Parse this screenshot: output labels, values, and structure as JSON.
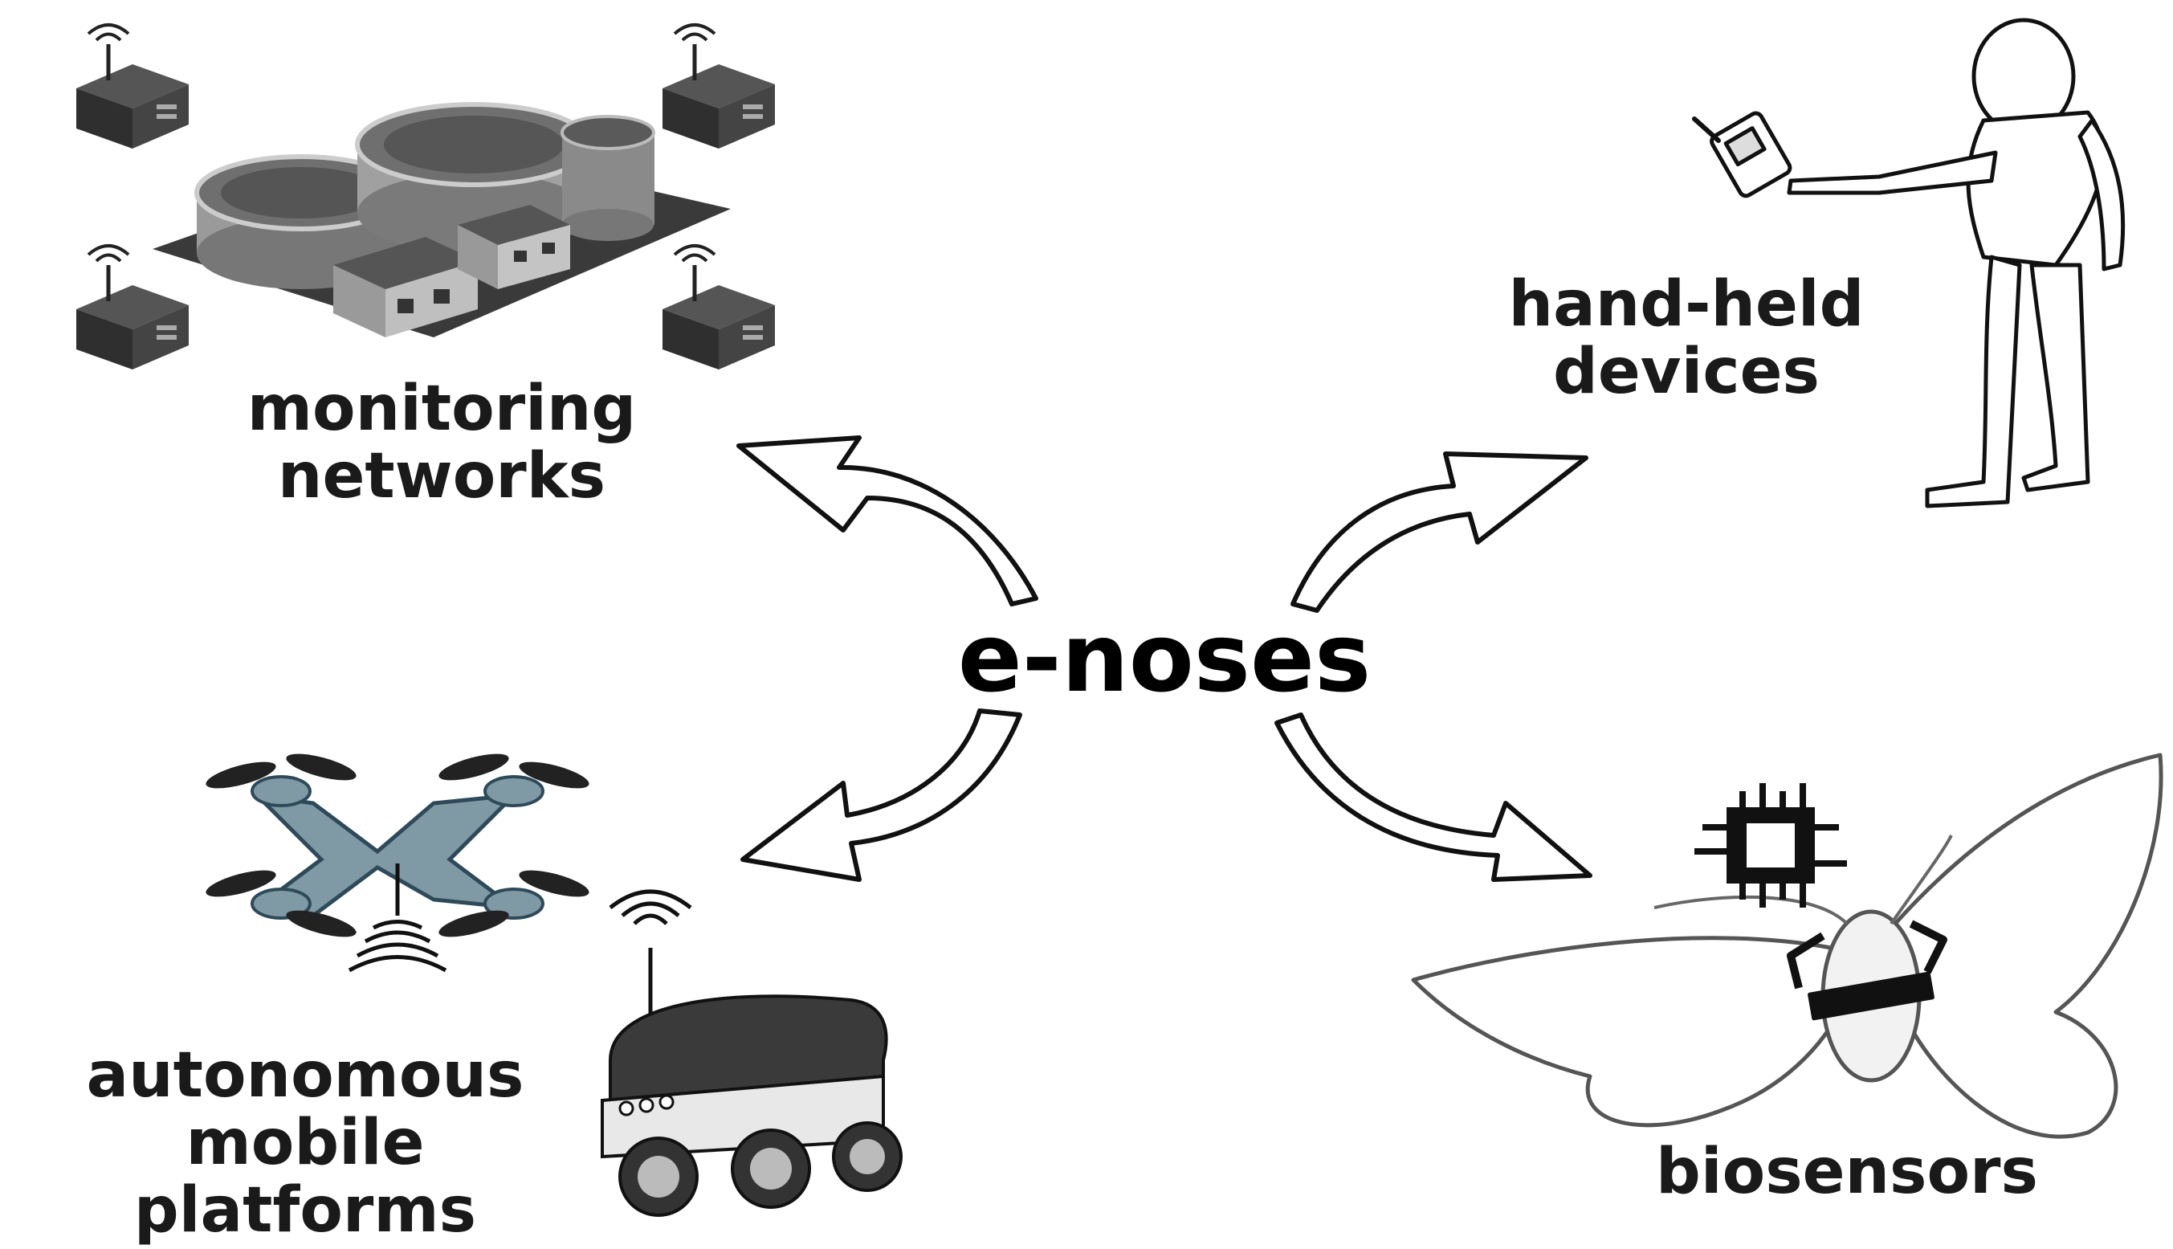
{
  "center": {
    "label": "e-noses"
  },
  "branches": [
    {
      "id": "monitoring",
      "lines": [
        "monitoring",
        "networks"
      ],
      "icon": "industrial-plant-with-wireless-sensor-nodes-icon"
    },
    {
      "id": "handheld",
      "lines": [
        "hand-held",
        "devices"
      ],
      "icon": "person-holding-handheld-device-icon"
    },
    {
      "id": "autonomous",
      "lines": [
        "autonomous",
        "mobile",
        "platforms"
      ],
      "icon": "drone-and-delivery-robot-icon"
    },
    {
      "id": "biosensors",
      "lines": [
        "biosensors"
      ],
      "icon": "moth-with-chip-icon"
    }
  ],
  "colors": {
    "text": "#1a1a1a",
    "arrow_fill": "#ffffff",
    "arrow_stroke": "#111111",
    "device_dark": "#3a3a3a",
    "drone_body": "#7f9aa4"
  }
}
